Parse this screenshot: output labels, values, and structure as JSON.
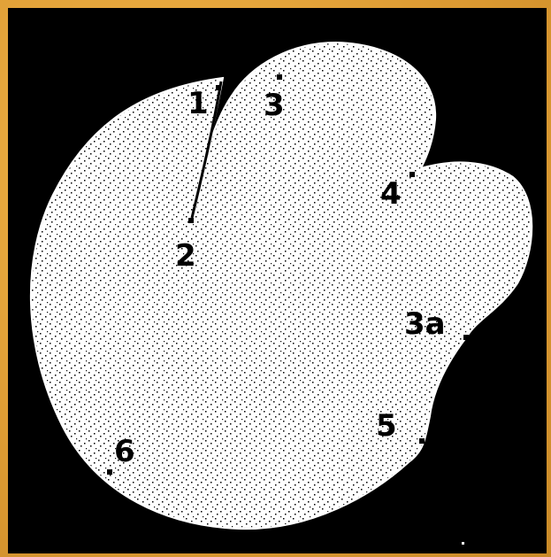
{
  "diagram": {
    "labels": [
      {
        "id": "l1",
        "text": "1"
      },
      {
        "id": "l2",
        "text": "2"
      },
      {
        "id": "l3",
        "text": "3"
      },
      {
        "id": "l4",
        "text": "4"
      },
      {
        "id": "l3a",
        "text": "3a"
      },
      {
        "id": "l5",
        "text": "5"
      },
      {
        "id": "l6",
        "text": "6"
      }
    ],
    "colors": {
      "frame": "#e0a23a",
      "background": "#000000",
      "shape": "#ffffff",
      "ink": "#000000"
    }
  }
}
